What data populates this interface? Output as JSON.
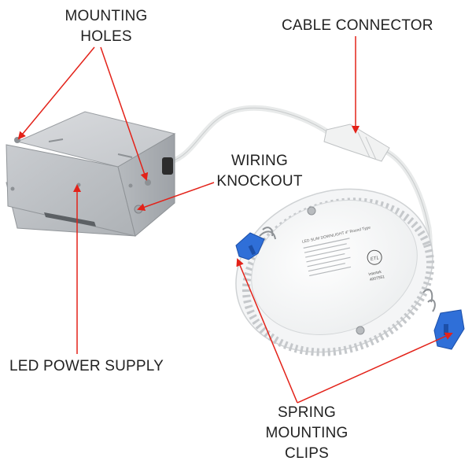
{
  "callouts": {
    "mounting_holes": [
      "MOUNTING",
      "HOLES"
    ],
    "cable_connector": "CABLE CONNECTOR",
    "wiring_knockout": [
      "WIRING",
      "KNOCKOUT"
    ],
    "led_power_supply": "LED POWER SUPPLY",
    "spring_mounting_clips": [
      "SPRING",
      "MOUNTING",
      "CLIPS"
    ]
  },
  "label_printed": {
    "cert_mark": "ETL",
    "brand": "Intertek",
    "cert_number": "4007551",
    "product_line": "LED SLIM DOWNLIGHT 4\" Round Type"
  },
  "colors": {
    "arrow": "#e32219",
    "clip": "#2f6fd8",
    "box": "#b9bcc0",
    "text": "#222222"
  }
}
